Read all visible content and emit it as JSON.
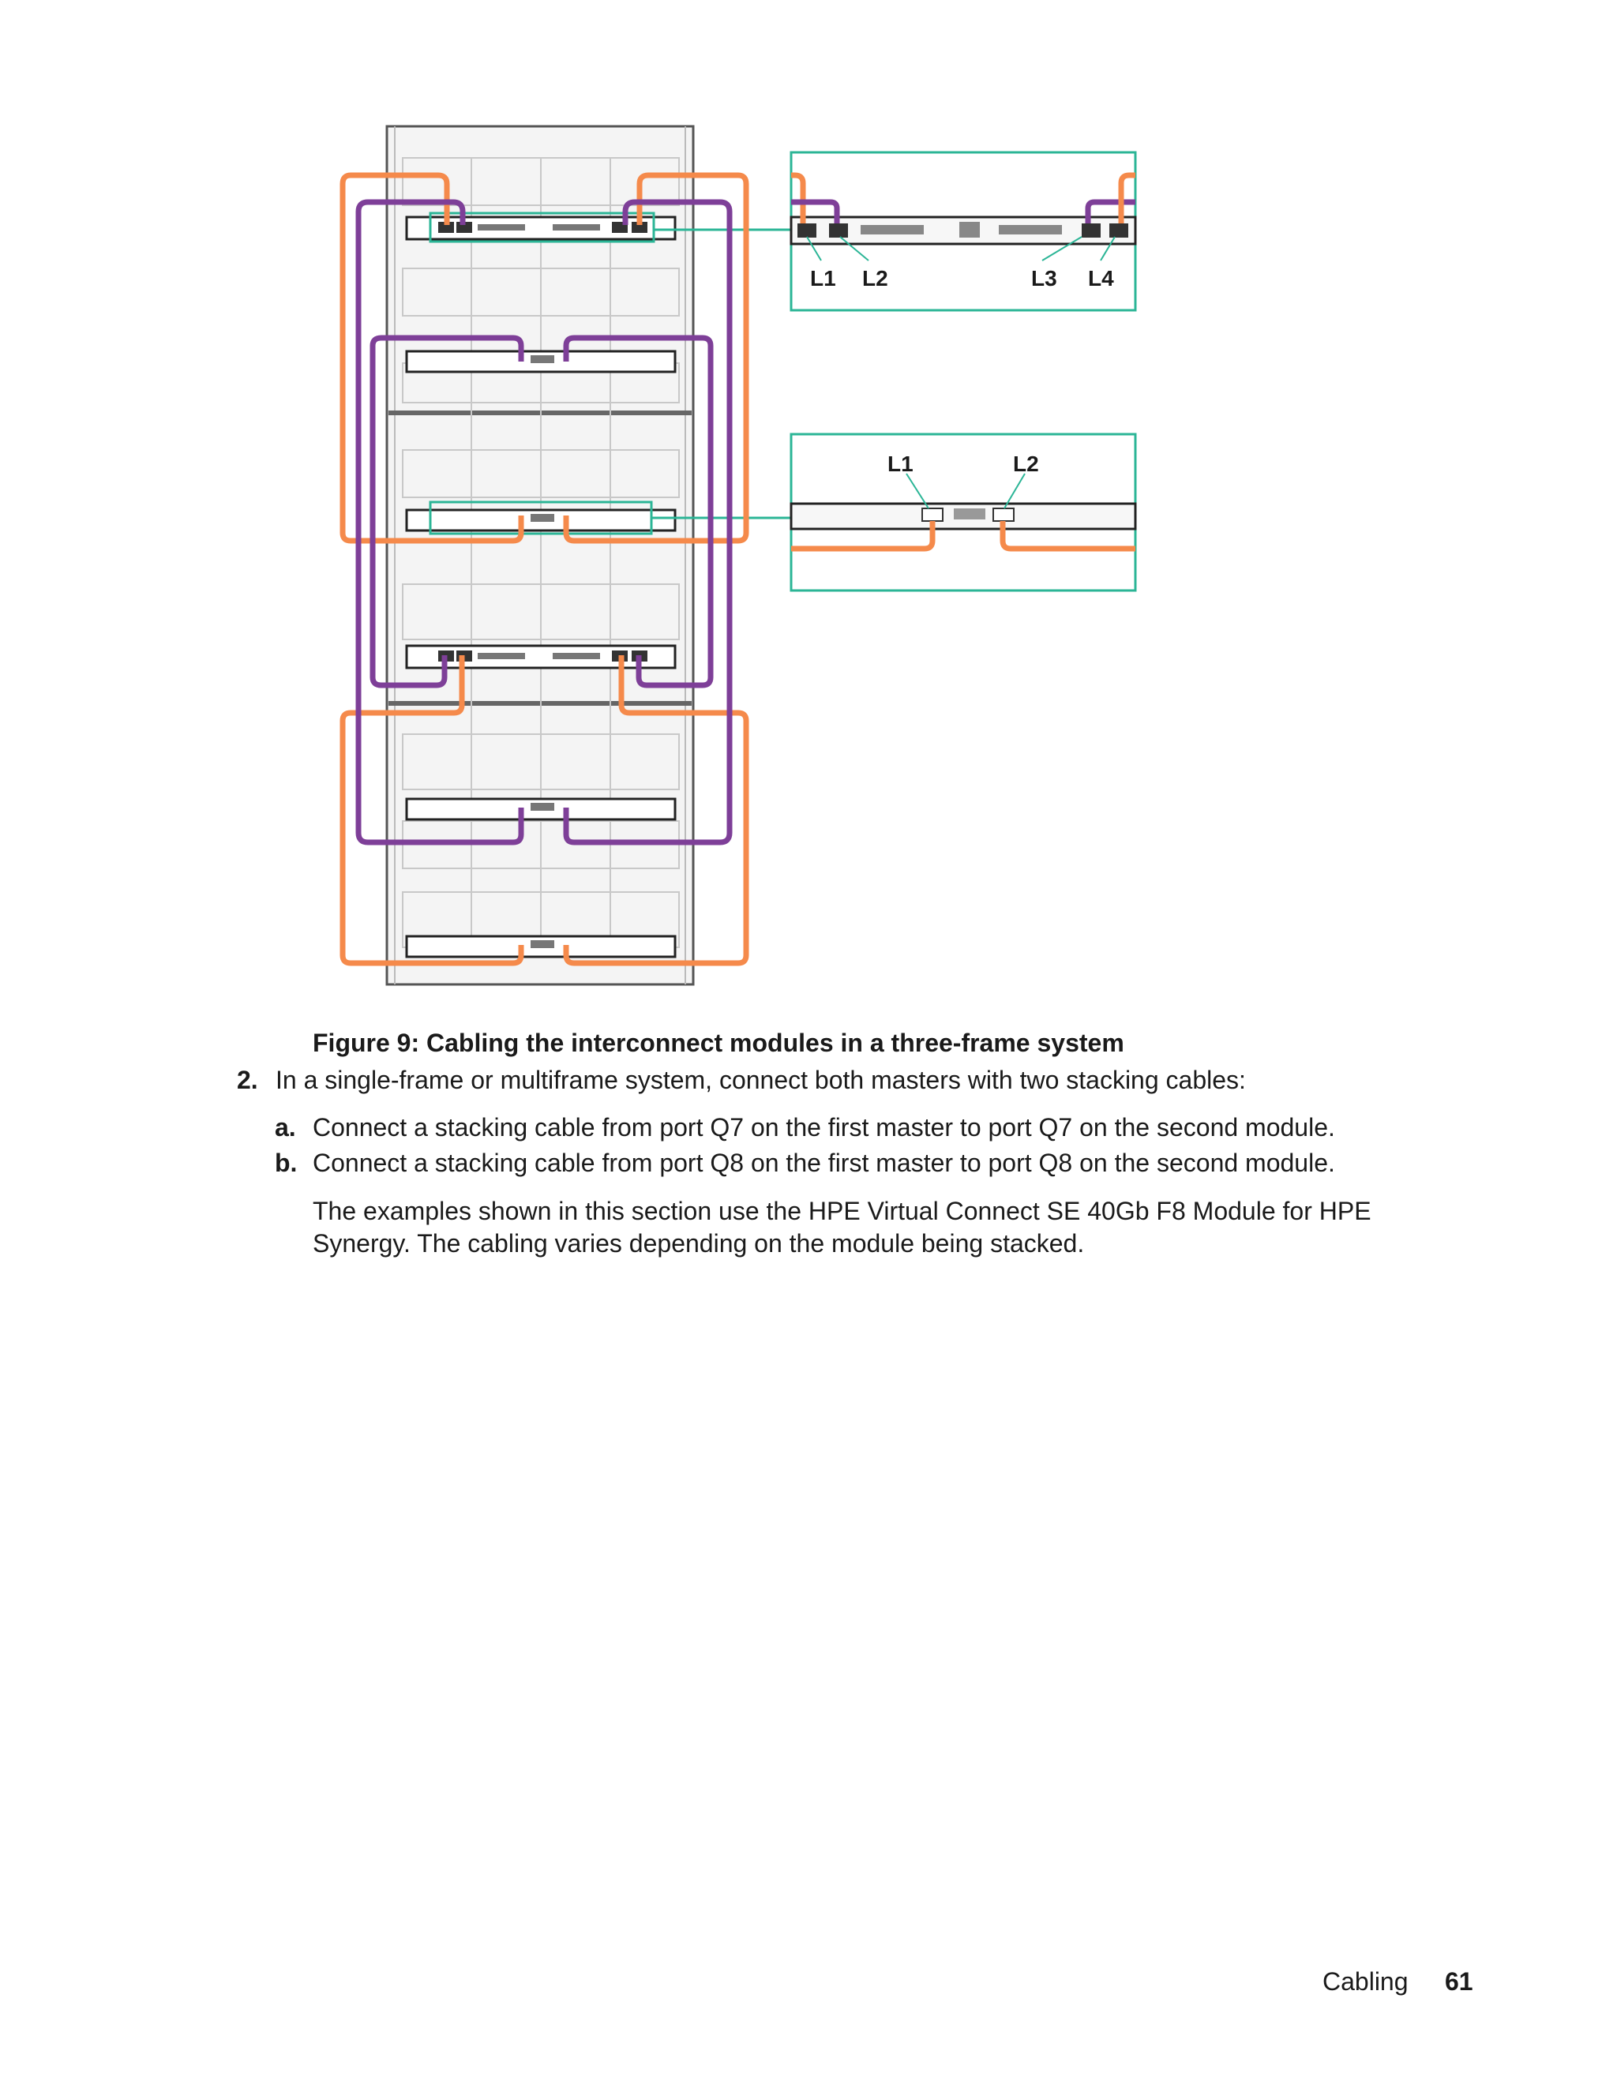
{
  "figure": {
    "caption": "Figure 9: Cabling the interconnect modules in a three-frame system",
    "colors": {
      "orange_cable": "#f58a4b",
      "purple_cable": "#7e3f98",
      "callout_border": "#2bb596"
    },
    "callout_top": {
      "labels": [
        "L1",
        "L2",
        "L3",
        "L4"
      ]
    },
    "callout_bottom": {
      "labels": [
        "L1",
        "L2"
      ]
    }
  },
  "steps": [
    {
      "num": "2.",
      "text": "In a single-frame or multiframe system, connect both masters with two stacking cables:"
    },
    {
      "num": "a.",
      "text": "Connect a stacking cable from port Q7 on the first master to port Q7 on the second module."
    },
    {
      "num": "b.",
      "text": "Connect a stacking cable from port Q8 on the first master to port Q8 on the second module."
    }
  ],
  "note": "The examples shown in this section use the HPE Virtual Connect SE 40Gb F8 Module for HPE Synergy. The cabling varies depending on the module being stacked.",
  "footer": {
    "section": "Cabling",
    "page": "61"
  }
}
